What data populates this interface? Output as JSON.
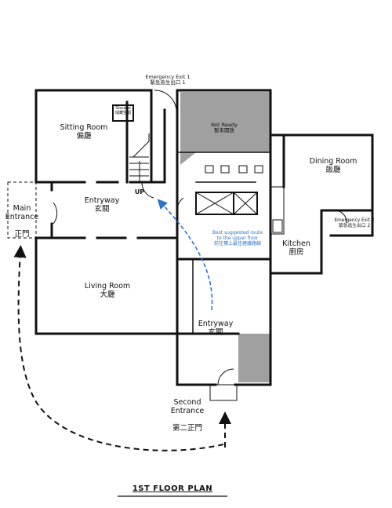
{
  "title": "1ST FLOOR PLAN",
  "rooms": {
    "sitting_room": {
      "en": "Sitting Room",
      "zh": "偏廳"
    },
    "entryway_main": {
      "en": "Entryway",
      "zh": "玄關"
    },
    "main_entrance": {
      "en": "Main\nEntrance",
      "zh": "正門"
    },
    "living_room": {
      "en": "Living Room",
      "zh": "大廳"
    },
    "not_ready": {
      "en": "Not Ready",
      "zh": "暫未開放"
    },
    "dining_room": {
      "en": "Dining Room",
      "zh": "飯廳"
    },
    "kitchen": {
      "en": "Kitchen",
      "zh": "廚房"
    },
    "entryway_second": {
      "en": "Entryway",
      "zh": "玄關"
    },
    "second_entrance": {
      "en": "Second\nEntrance",
      "zh": "第二正門"
    },
    "storage": {
      "en": "Storage",
      "zh": "儲藏空間"
    }
  },
  "exits": {
    "exit1": {
      "en": "Emergency Exit 1",
      "zh": "緊急逃生出口 1"
    },
    "exit2": {
      "en": "Emergency Exit 2",
      "zh": "緊急逃生出口 2"
    }
  },
  "stairs_label": "UP",
  "route_note": {
    "line1": "Best suggested route",
    "line2": "to the upper floor",
    "zh": "前往樓上最佳建議路線"
  },
  "colors": {
    "wall": "#111111",
    "not_ready_fill": "#a0a0a0",
    "route_arrow": "#2d74c9",
    "path_arrow": "#111111"
  }
}
